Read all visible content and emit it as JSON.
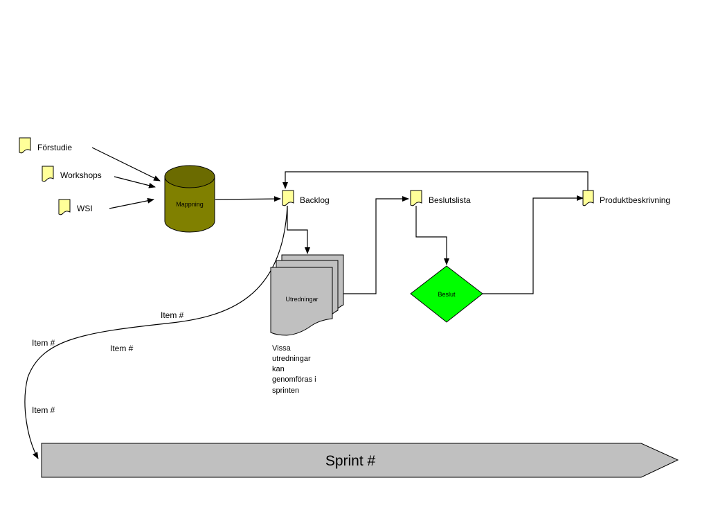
{
  "diagram": {
    "documents": {
      "forstudie": "Förstudie",
      "workshops": "Workshops",
      "wsi": "WSI",
      "backlog": "Backlog",
      "beslutslista": "Beslutslista",
      "produktbeskrivning": "Produktbeskrivning"
    },
    "mappning": "Mappning",
    "utredningar": "Utredningar",
    "beslut": "Beslut",
    "utredningar_note": [
      "Vissa",
      "utredningar",
      "kan",
      "genomföras i",
      "sprinten"
    ],
    "item_labels": [
      "Item #",
      "Item #",
      "Item #",
      "Item #"
    ],
    "sprint": "Sprint #"
  },
  "colors": {
    "document_fill": "#ffff99",
    "cylinder_fill": "#808000",
    "cylinder_top": "#6b6b00",
    "multidocument_fill": "#c0c0c0",
    "decision_fill": "#00ff00",
    "sprint_fill": "#c0c0c0",
    "line": "#000000"
  }
}
